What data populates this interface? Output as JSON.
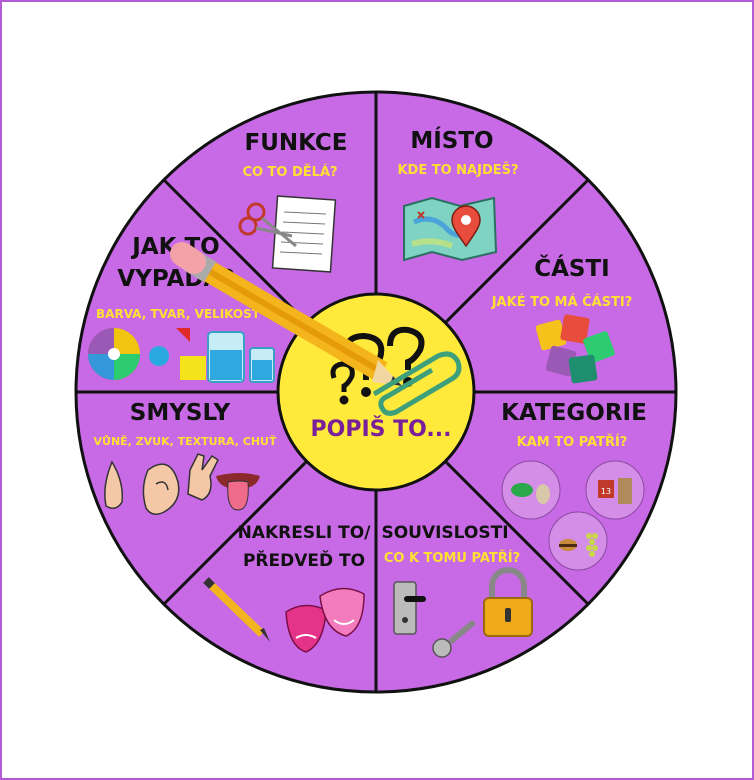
{
  "center": {
    "label": "POPIŠ TO..."
  },
  "sectors": [
    {
      "title": "FUNKCE",
      "subtitle": "CO TO DĚLÁ?"
    },
    {
      "title": "MÍSTO",
      "subtitle": "KDE TO NAJDEŠ?"
    },
    {
      "title": "ČÁSTI",
      "subtitle": "JAKÉ TO MÁ ČÁSTI?"
    },
    {
      "title": "KATEGORIE",
      "subtitle": "KAM TO PATŘÍ?"
    },
    {
      "title_line1": "SOUVISLOSTI",
      "subtitle": "CO K TOMU PATŘÍ?"
    },
    {
      "title_line1": "NAKRESLI TO/",
      "title_line2": "PŘEDVEĎ TO"
    },
    {
      "title": "SMYSLY",
      "subtitle": "VŮNĚ, ZVUK, TEXTURA, CHUŤ"
    },
    {
      "title_line1": "JAK TO",
      "title_line2": "VYPADÁ?",
      "subtitle": "BARVA, TVAR, VELIKOST"
    }
  ],
  "icons": [
    "scissors-paper-icon",
    "map-pin-icon",
    "puzzle-icon",
    "animals-icon",
    "clothes-icon",
    "food-icon",
    "door-handle-icon",
    "key-icon",
    "padlock-icon",
    "pencil-icon",
    "theatre-masks-icon",
    "nose-icon",
    "ear-icon",
    "hand-icon",
    "tongue-icon",
    "color-wheel-icon",
    "shapes-icon",
    "glasses-icon",
    "question-marks-icon",
    "paperclip-icon"
  ],
  "colors": {
    "sector": "#c86ae6",
    "center": "#ffe93a",
    "text_title": "#111111",
    "text_sub": "#ffe033",
    "center_text": "#7a1f9a",
    "frame": "#b35ad6"
  }
}
